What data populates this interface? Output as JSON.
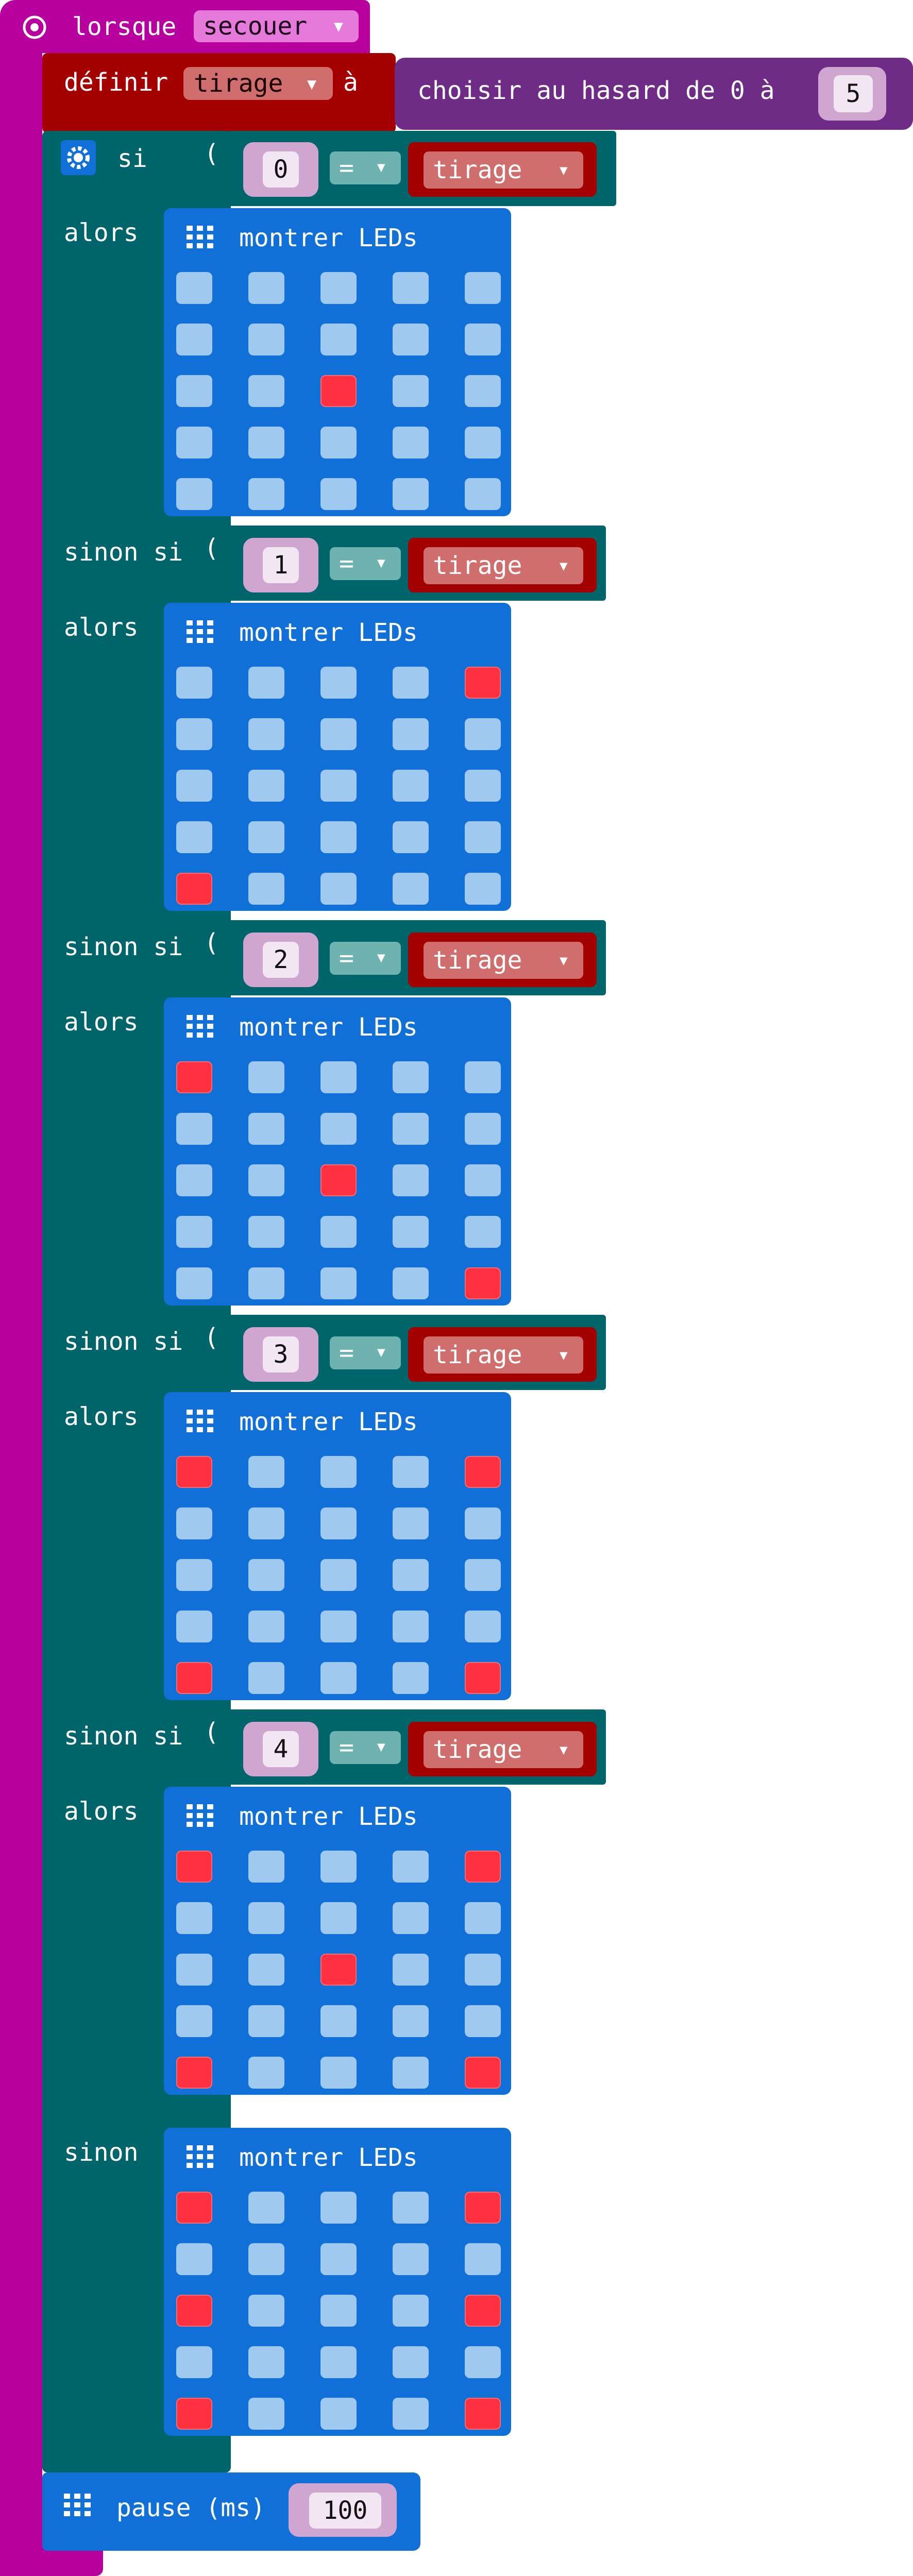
{
  "event": {
    "label": "lorsque",
    "value": "secouer"
  },
  "set": {
    "label": "définir",
    "variable": "tirage",
    "to": "à",
    "random": {
      "label": "choisir au hasard de 0 à",
      "max": "5"
    }
  },
  "if": {
    "label": "si",
    "then": "alors",
    "elseif": "sinon si",
    "else": "sinon"
  },
  "branches": [
    {
      "value": "0",
      "op": "=",
      "var": "tirage",
      "show_label": "montrer LEDs"
    },
    {
      "value": "1",
      "op": "=",
      "var": "tirage",
      "show_label": "montrer LEDs"
    },
    {
      "value": "2",
      "op": "=",
      "var": "tirage",
      "show_label": "montrer LEDs"
    },
    {
      "value": "3",
      "op": "=",
      "var": "tirage",
      "show_label": "montrer LEDs"
    },
    {
      "value": "4",
      "op": "=",
      "var": "tirage",
      "show_label": "montrer LEDs"
    }
  ],
  "else_branch": {
    "show_label": "montrer LEDs"
  },
  "pause": {
    "label": "pause (ms)",
    "value": "100"
  },
  "leds": {
    "grid_0": [
      0,
      0,
      0,
      0,
      0,
      0,
      0,
      0,
      0,
      0,
      0,
      0,
      1,
      0,
      0,
      0,
      0,
      0,
      0,
      0,
      0,
      0,
      0,
      0,
      0
    ],
    "grid_1": [
      0,
      0,
      0,
      0,
      1,
      0,
      0,
      0,
      0,
      0,
      0,
      0,
      0,
      0,
      0,
      0,
      0,
      0,
      0,
      0,
      1,
      0,
      0,
      0,
      0
    ],
    "grid_2": [
      1,
      0,
      0,
      0,
      0,
      0,
      0,
      0,
      0,
      0,
      0,
      0,
      1,
      0,
      0,
      0,
      0,
      0,
      0,
      0,
      0,
      0,
      0,
      0,
      1
    ],
    "grid_3": [
      1,
      0,
      0,
      0,
      1,
      0,
      0,
      0,
      0,
      0,
      0,
      0,
      0,
      0,
      0,
      0,
      0,
      0,
      0,
      0,
      1,
      0,
      0,
      0,
      1
    ],
    "grid_4": [
      1,
      0,
      0,
      0,
      1,
      0,
      0,
      0,
      0,
      0,
      0,
      0,
      1,
      0,
      0,
      0,
      0,
      0,
      0,
      0,
      1,
      0,
      0,
      0,
      1
    ],
    "grid_else": [
      1,
      0,
      0,
      0,
      1,
      0,
      0,
      0,
      0,
      0,
      1,
      0,
      0,
      0,
      1,
      0,
      0,
      0,
      0,
      0,
      1,
      0,
      0,
      0,
      1
    ]
  },
  "colors": {
    "event": "#b8009f",
    "variables": "#a50000",
    "math": "#6f2c86",
    "logic": "#00656a",
    "basic": "#1070d8",
    "led_on": "#ff3040",
    "led_off": "#9fc9f0"
  },
  "icons": {
    "event": "target-icon",
    "settings": "gear-icon",
    "leds": "grid-icon"
  }
}
